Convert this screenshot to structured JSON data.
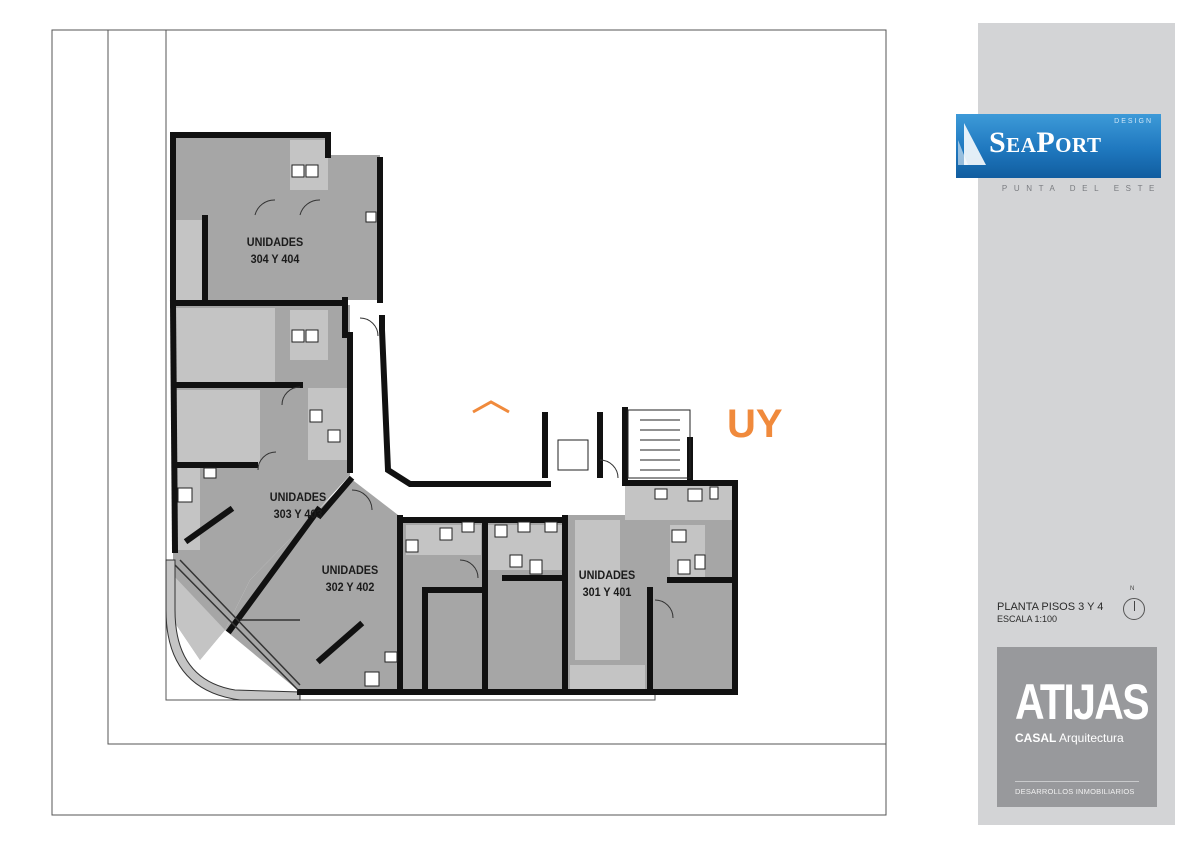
{
  "logo": {
    "brand": "SeaPort",
    "design_tag": "DESIGN",
    "location": "PUNTA DEL ESTE",
    "brand_color": "#1f78bf"
  },
  "plan": {
    "title": "PLANTA PISOS 3 Y 4",
    "scale": "ESCALA 1:100",
    "north_label": "N",
    "units": [
      {
        "line1": "UNIDADES",
        "line2": "304 Y 404"
      },
      {
        "line1": "UNIDADES",
        "line2": "303 Y 403"
      },
      {
        "line1": "UNIDADES",
        "line2": "302 Y 402"
      },
      {
        "line1": "UNIDADES",
        "line2": "301 Y 401"
      }
    ]
  },
  "architect": {
    "name": "ATIJAS",
    "casal": "CASAL",
    "arquitectura": "Arquitectura",
    "tagline": "DESARROLLOS INMOBILIARIOS"
  },
  "watermark": {
    "text": "UY",
    "color": "#f08a3c"
  },
  "colors": {
    "unit_fill": "#a6a6a6",
    "light_fill": "#c4c4c4",
    "corridor": "#ffffff",
    "wall": "#111111",
    "sidebar": "#d3d4d6"
  }
}
